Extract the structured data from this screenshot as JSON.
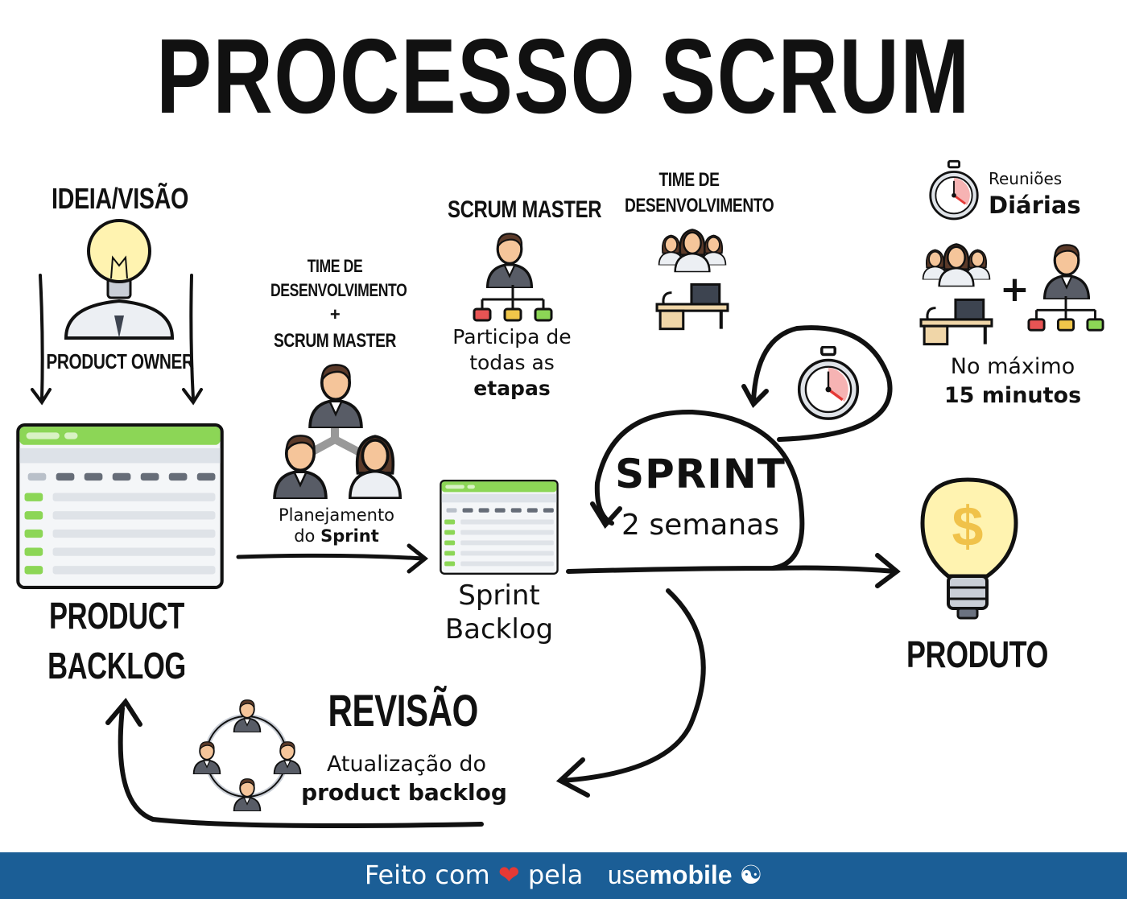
{
  "title": "PROCESSO SCRUM",
  "idea": {
    "heading": "IDEIA/VISÃO",
    "role": "PRODUCT OWNER"
  },
  "product_backlog": {
    "line1": "PRODUCT",
    "line2": "BACKLOG"
  },
  "planning": {
    "line1": "TIME DE",
    "line2": "DESENVOLVIMENTO",
    "plus": "+",
    "line3": "SCRUM MASTER",
    "caption_line1": "Planejamento",
    "caption_prefix": "do",
    "caption_bold": "Sprint"
  },
  "scrum_master": {
    "heading": "SCRUM MASTER",
    "desc_line1": "Participa de",
    "desc_line2": "todas as",
    "desc_bold": "etapas"
  },
  "dev_team": {
    "line1": "TIME DE",
    "line2": "DESENVOLVIMENTO"
  },
  "daily": {
    "label": "Reuniões",
    "label_bold": "Diárias",
    "plus": "+",
    "max_line": "No máximo",
    "max_bold": "15 minutos"
  },
  "sprint_backlog": {
    "line1": "Sprint",
    "line2": "Backlog"
  },
  "sprint": {
    "title": "SPRINT",
    "duration": "2 semanas"
  },
  "product": {
    "label": "PRODUTO",
    "symbol": "$"
  },
  "review": {
    "heading": "REVISÃO",
    "line1": "Atualização do",
    "line2_bold": "product backlog"
  },
  "footer": {
    "text_before": "Feito com",
    "text_after": "pela",
    "brand_thin": "use",
    "brand_bold": "mobile",
    "heart_color": "#e53935",
    "bg_color": "#1b5e96"
  },
  "colors": {
    "green": "#8cd656",
    "dark": "#111111",
    "skin": "#f5c59a",
    "hair": "#5b3a29",
    "suit": "#585c66",
    "bulb": "#fff3b0"
  },
  "icons": [
    "lightbulb-icon",
    "spreadsheet-icon",
    "team-hierarchy-icon",
    "person-icon",
    "team-desk-icon",
    "stopwatch-icon",
    "money-bulb-icon",
    "review-circle-icon",
    "heart-icon"
  ]
}
